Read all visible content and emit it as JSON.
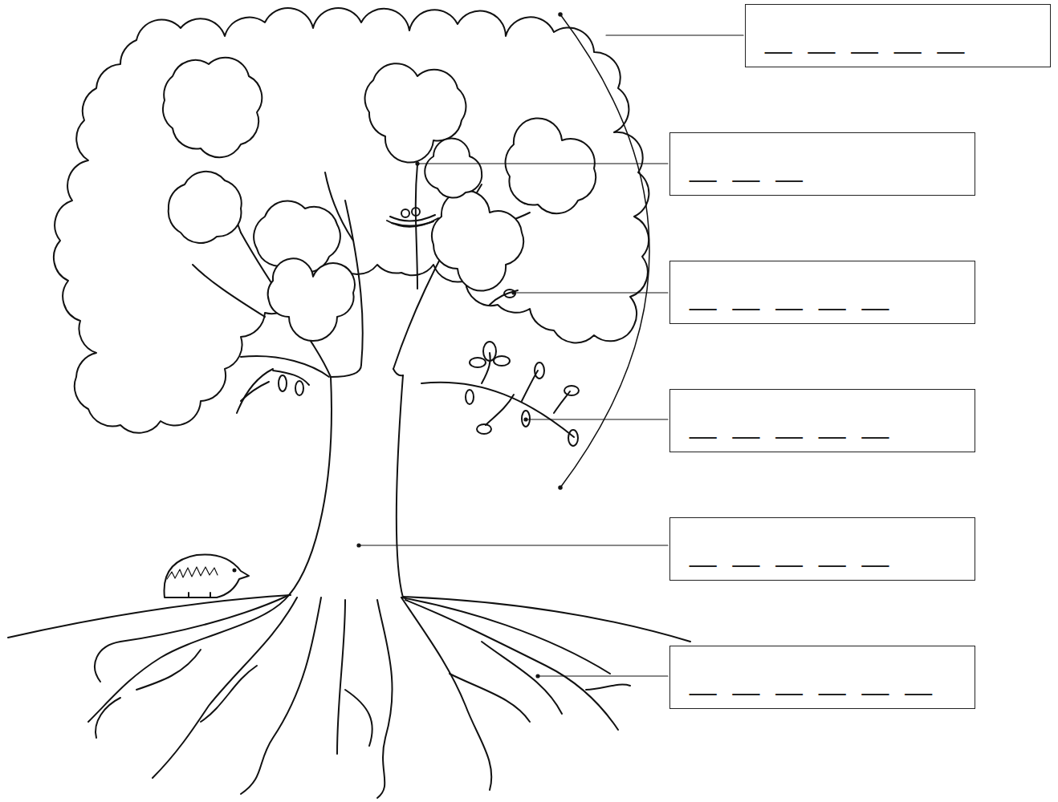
{
  "diagram": {
    "nodes": [
      {
        "text": [
          "__ __ __ __ __"
        ]
      },
      {
        "text": [
          "__ __ __"
        ]
      },
      {
        "text": [
          "__ __ __ __ __"
        ]
      },
      {
        "text": [
          "__ __ __ __ __"
        ]
      },
      {
        "text": [
          "__ __ __ __ __"
        ]
      },
      {
        "text": [
          "__ __ __ __ __ __"
        ]
      }
    ]
  }
}
